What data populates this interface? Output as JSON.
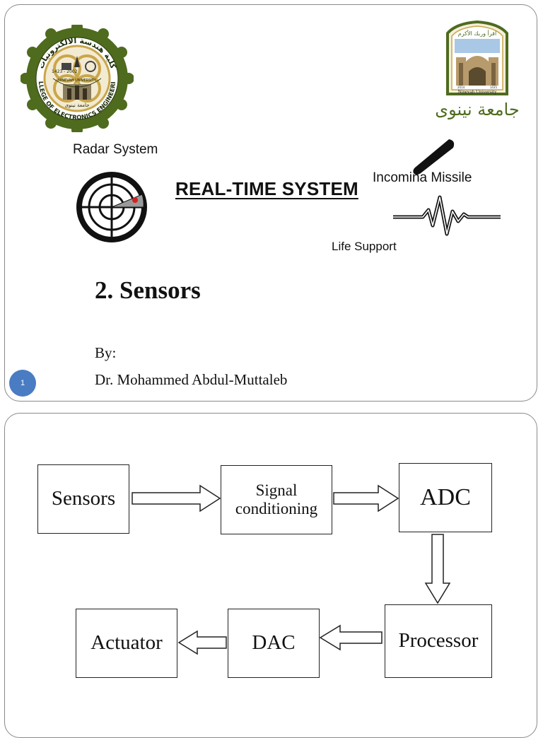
{
  "slide1": {
    "college_logo_text": {
      "top_arabic": "كلية هندسة الالكترونيات",
      "years": "1423 - 2002",
      "bottom": "COLLEGE OF ELECTRONICS ENGINEERING",
      "inner": "NINEVAH UNIVERSITY",
      "inner_arabic": "جامعة نينوى"
    },
    "university_logo_text": {
      "arabic_top": "اقرأ وربك الأكرم",
      "english": "Ninevah University",
      "year_left": "2014",
      "year_right": "1435",
      "arabic_bottom": "جامعة نينوى"
    },
    "radar_label": "Radar System",
    "main_title": "REAL-TIME SYSTEM",
    "missile_label": "Incomina Missile",
    "life_support_label": "Life Support",
    "slide_title": "2. Sensors",
    "by_label": "By:",
    "author": "Dr. Mohammed Abdul-Muttaleb",
    "page_number": "1"
  },
  "slide2": {
    "blocks": {
      "sensors": "Sensors",
      "signal_line1": "Signal",
      "signal_line2": "conditioning",
      "adc": "ADC",
      "processor": "Processor",
      "dac": "DAC",
      "actuator": "Actuator"
    }
  },
  "colors": {
    "logo_green": "#4e6b1e",
    "logo_gold": "#c9a64a",
    "page_badge": "#4a7cc4",
    "radar_red": "#d42020"
  }
}
